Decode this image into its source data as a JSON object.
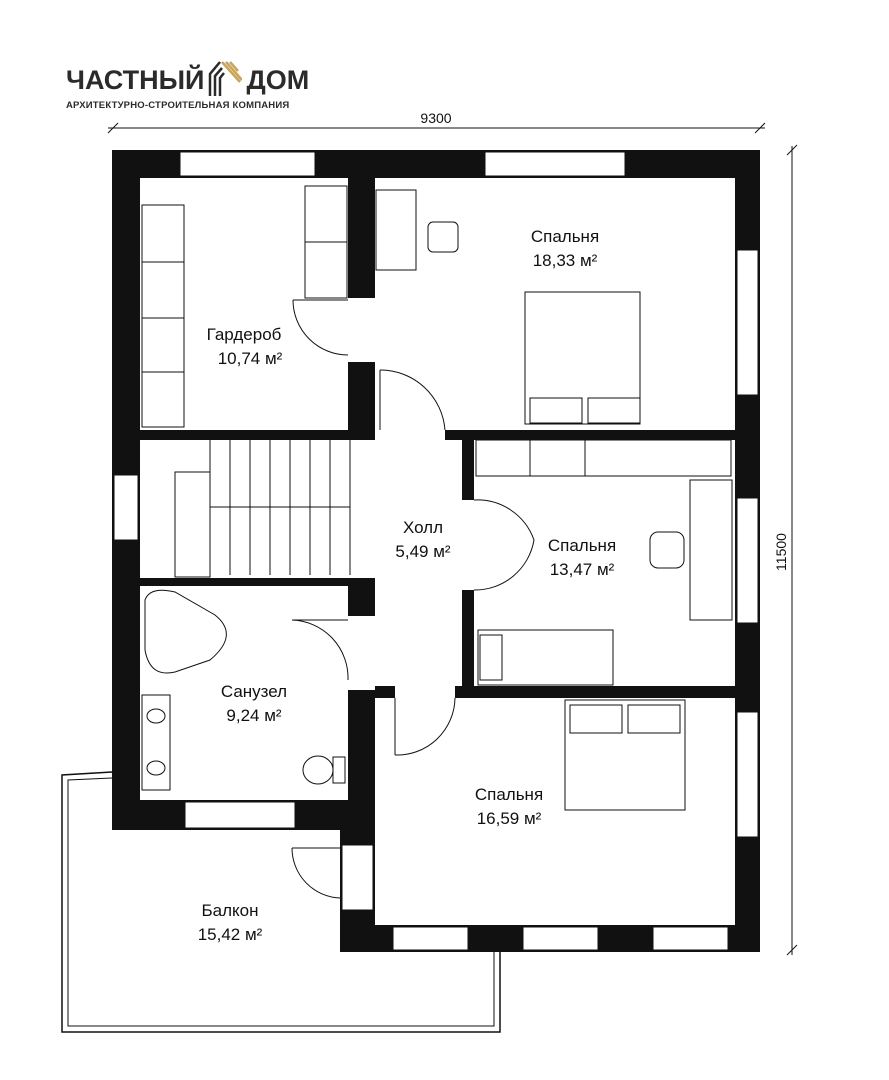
{
  "logo": {
    "name_left": "ЧАСТНЫЙ",
    "name_right": "ДОМ",
    "subtitle": "АРХИТЕКТУРНО-СТРОИТЕЛЬНАЯ КОМПАНИЯ"
  },
  "dimensions": {
    "width": "9300",
    "height": "11500"
  },
  "rooms": [
    {
      "name": "Гардероб",
      "area": "10,74 м²"
    },
    {
      "name": "Спальня",
      "area": "18,33 м²"
    },
    {
      "name": "Холл",
      "area": "5,49 м²"
    },
    {
      "name": "Спальня",
      "area": "13,47 м²"
    },
    {
      "name": "Санузел",
      "area": "9,24 м²"
    },
    {
      "name": "Спальня",
      "area": "16,59 м²"
    },
    {
      "name": "Балкон",
      "area": "15,42 м²"
    }
  ],
  "colors": {
    "wall": "#111111",
    "logo_gold": "#c9a45a"
  }
}
